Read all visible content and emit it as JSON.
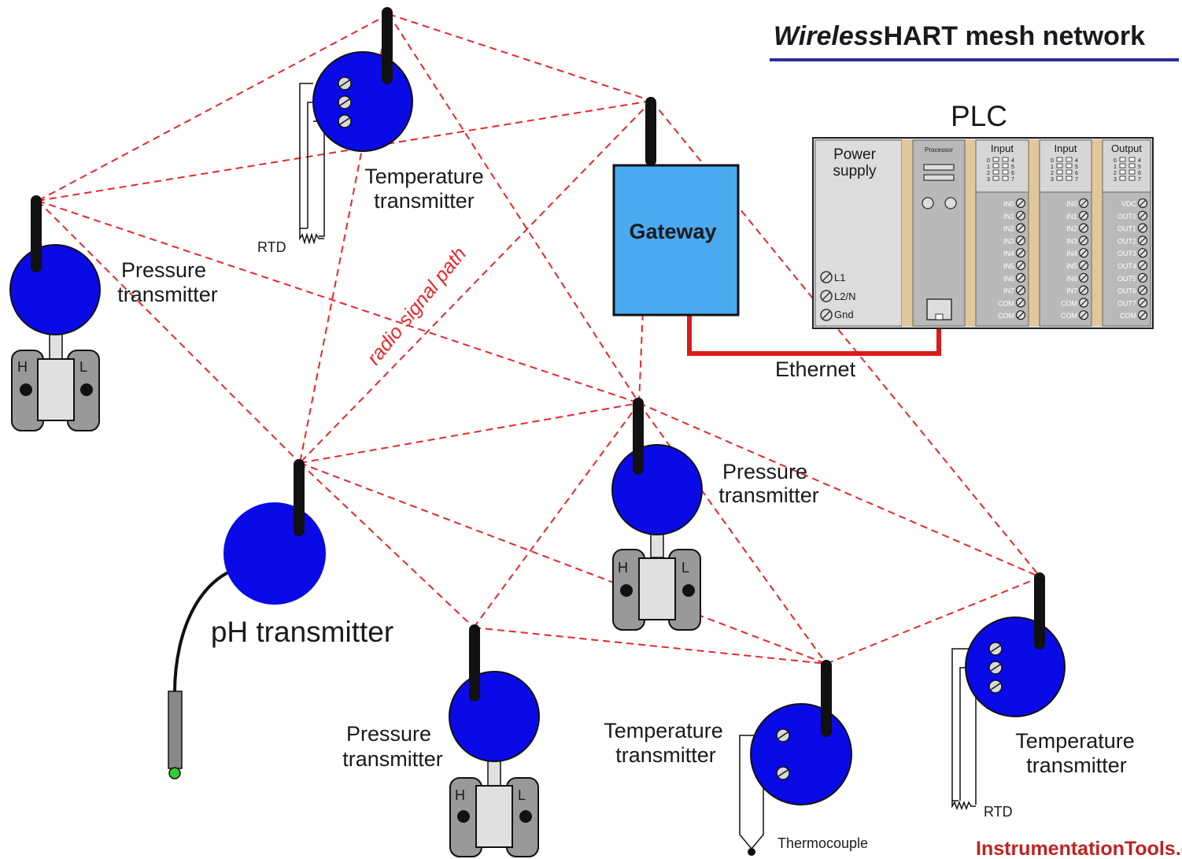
{
  "title": {
    "italic": "Wireless",
    "rest": "HART mesh network"
  },
  "gateway_label": "Gateway",
  "ethernet_label": "Ethernet",
  "radio_path_label": "radio signal path",
  "plc": {
    "title": "PLC",
    "power_supply": [
      "Power",
      "supply"
    ],
    "power_terminals": [
      "L1",
      "L2/N",
      "Gnd"
    ],
    "processor_label": "Processor",
    "input_card_1": {
      "title": "Input",
      "terminals": [
        "IN0",
        "IN1",
        "IN2",
        "IN3",
        "IN4",
        "IN5",
        "IN6",
        "IN7",
        "COM",
        "COM"
      ]
    },
    "input_card_2": {
      "title": "Input",
      "terminals": [
        "IN0",
        "IN1",
        "IN2",
        "IN3",
        "IN4",
        "IN5",
        "IN6",
        "IN7",
        "COM",
        "COM"
      ]
    },
    "output_card": {
      "title": "Output",
      "terminals": [
        "VDC",
        "OUT0",
        "OUT1",
        "OUT2",
        "OUT3",
        "OUT4",
        "OUT5",
        "OUT6",
        "OUT7",
        "COM"
      ]
    },
    "led_numbers_left": [
      "0",
      "1",
      "2",
      "3"
    ],
    "led_numbers_right": [
      "4",
      "5",
      "6",
      "7"
    ]
  },
  "devices": {
    "temp_top": [
      "Temperature",
      "transmitter"
    ],
    "pressure_left": [
      "Pressure",
      "transmitter"
    ],
    "pressure_center": [
      "Pressure",
      "transmitter"
    ],
    "pressure_bottom": [
      "Pressure",
      "transmitter"
    ],
    "temp_bottom_center": [
      "Temperature",
      "transmitter"
    ],
    "temp_bottom_right": [
      "Temperature",
      "transmitter"
    ],
    "ph": "pH transmitter"
  },
  "sensor_labels": {
    "rtd_top": "RTD",
    "rtd_right": "RTD",
    "thermocouple": "Thermocouple"
  },
  "dp_labels": {
    "high": "H",
    "low": "L"
  },
  "watermark": "InstrumentationTools.c",
  "colors": {
    "device_blue": "#0a0ae6",
    "gateway_fill": "#4aaaf0",
    "radio_path": "#e8262a",
    "ethernet": "#d81c1c",
    "title_underline": "#2b2b9e",
    "watermark": "#c0221f",
    "ph_tip": "#33cc33"
  }
}
